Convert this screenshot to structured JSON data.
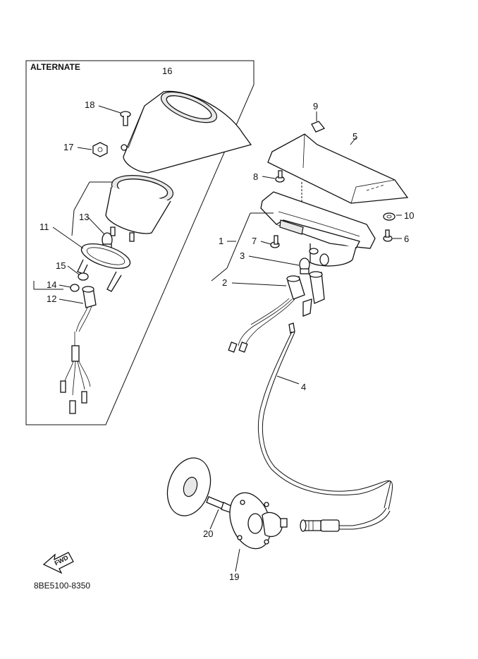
{
  "inset": {
    "title": "ALTERNATE"
  },
  "callouts": {
    "c1": "1",
    "c2": "2",
    "c3": "3",
    "c4": "4",
    "c5": "5",
    "c6": "6",
    "c7": "7",
    "c8": "8",
    "c9": "9",
    "c10": "10",
    "c11": "11",
    "c12": "12",
    "c13": "13",
    "c14": "14",
    "c15": "15",
    "c16": "16",
    "c17": "17",
    "c18": "18",
    "c19": "19",
    "c20": "20"
  },
  "fwd_arrow": {
    "text": "FWD"
  },
  "footer": {
    "drawing_number": "8BE5100-8350"
  }
}
